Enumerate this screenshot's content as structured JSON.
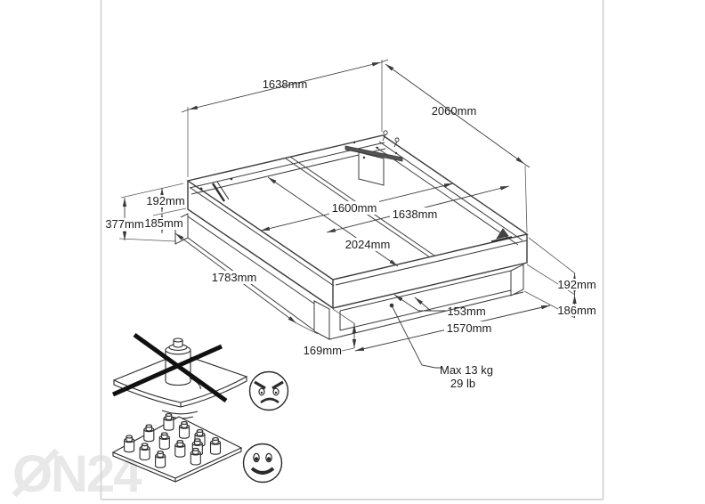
{
  "meta": {
    "background_color": "#ffffff",
    "line_color": "#3b3b3b",
    "border_color": "#d8d8d8",
    "watermark_color": "#e8e8e8"
  },
  "watermark": {
    "text": "ON24"
  },
  "diagram": {
    "type": "bed-frame-dimension-drawing",
    "dimensions": {
      "top_width": "1638mm",
      "top_length": "2060mm",
      "left_frame_height": "192mm",
      "left_clearance": "185mm",
      "left_total_height": "377mm",
      "inner_width": "1600mm",
      "outer_width": "1638mm",
      "inner_length": "2024mm",
      "base_length": "1783mm",
      "right_frame_height": "192mm",
      "right_clearance": "186mm",
      "plinth_height": "153mm",
      "plinth_length": "1570mm",
      "plinth_inset": "169mm"
    },
    "max_load": {
      "line1": "Max 13 kg",
      "line2": "29 lb"
    }
  },
  "icons": {
    "prohibited": "point-load-prohibited-icon",
    "angry": "angry-face-icon",
    "allowed": "distributed-load-ok-icon",
    "happy": "happy-face-icon"
  }
}
